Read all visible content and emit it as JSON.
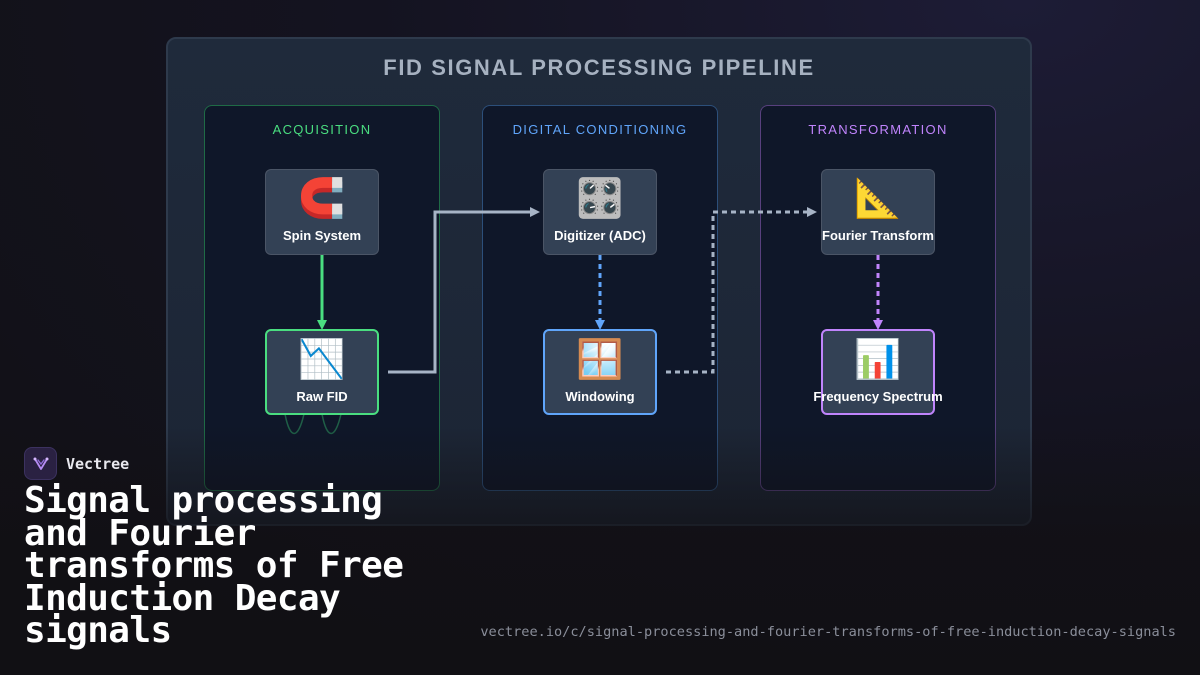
{
  "diagram": {
    "title": "FID SIGNAL PROCESSING PIPELINE",
    "stages": [
      {
        "title": "ACQUISITION",
        "color": "#4ade80",
        "border": "#1f6b46"
      },
      {
        "title": "DIGITAL CONDITIONING",
        "color": "#60a5fa",
        "border": "#2c4f7a"
      },
      {
        "title": "TRANSFORMATION",
        "color": "#c084fc",
        "border": "#58407e"
      }
    ],
    "nodes": {
      "spin_system": {
        "icon": "magnet-icon",
        "glyph": "🧲",
        "label": "Spin System"
      },
      "raw_fid": {
        "icon": "chart-decreasing-icon",
        "glyph": "📉",
        "label": "Raw FID"
      },
      "digitizer": {
        "icon": "control-knobs-icon",
        "glyph": "🎛️",
        "label": "Digitizer (ADC)"
      },
      "windowing": {
        "icon": "window-icon",
        "glyph": "🪟",
        "label": "Windowing"
      },
      "fourier": {
        "icon": "triangular-ruler-icon",
        "glyph": "📐",
        "label": "Fourier Transform"
      },
      "spectrum": {
        "icon": "bar-chart-icon",
        "glyph": "📊",
        "label": "Frequency Spectrum"
      }
    },
    "colors": {
      "acquisition": "#4ade80",
      "conditioning": "#60a5fa",
      "transformation": "#c084fc",
      "connector": "#a7b4c6"
    }
  },
  "brand": {
    "name": "Vectree",
    "logo_icon": "vectree-logo-icon"
  },
  "headline": "Signal processing and Fourier transforms of Free Induction Decay signals",
  "url": "vectree.io/c/signal-processing-and-fourier-transforms-of-free-induction-decay-signals"
}
